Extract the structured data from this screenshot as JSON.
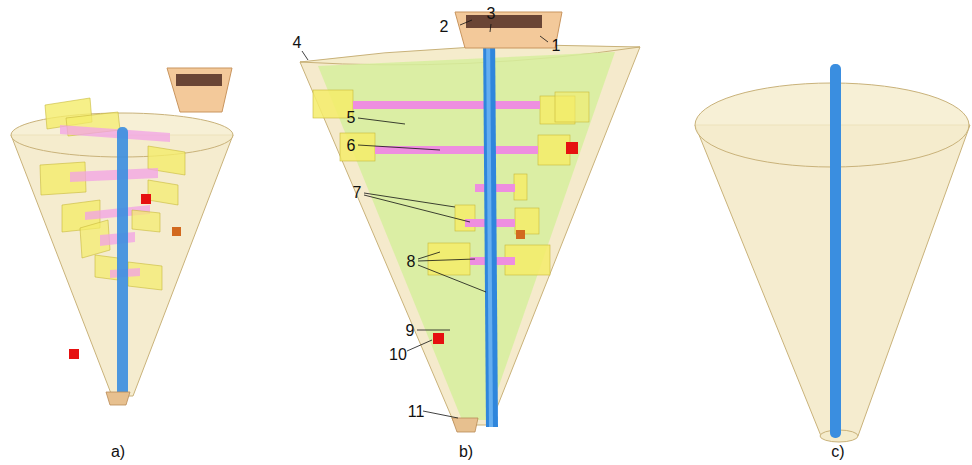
{
  "diagram": {
    "labels": [
      "2",
      "1",
      "3",
      "4",
      "5",
      "6",
      "7",
      "8",
      "9",
      "10",
      "11",
      "a)",
      "b)",
      "c)"
    ]
  }
}
